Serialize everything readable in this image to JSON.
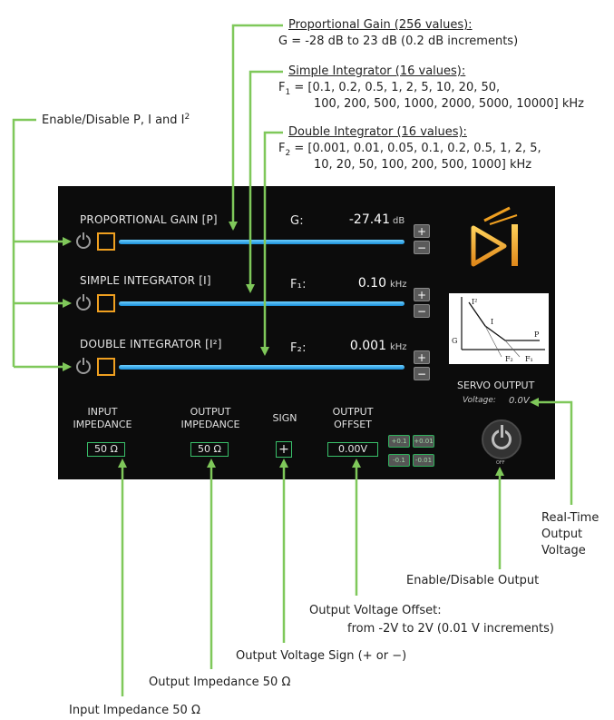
{
  "annotations": {
    "prop_gain_title": "Proportional Gain (256 values):",
    "prop_gain_range": "G = -28 dB to 23 dB (0.2 dB increments)",
    "simple_int_title": "Simple Integrator (16 values):",
    "simple_int_var": "F",
    "simple_int_sub": "1",
    "simple_int_line1": " = [0.1, 0.2, 0.5, 1, 2, 5, 10, 20, 50,",
    "simple_int_line2": "100, 200, 500, 1000, 2000, 5000, 10000] kHz",
    "double_int_title": "Double Integrator (16 values):",
    "double_int_var": "F",
    "double_int_sub": "2",
    "double_int_line1": " = [0.001, 0.01, 0.05, 0.1, 0.2, 0.5, 1, 2, 5,",
    "double_int_line2": "10, 20, 50, 100, 200, 500, 1000] kHz",
    "enable_pi_text": "Enable/Disable P, I and I",
    "enable_pi_sup": "2",
    "realtime_output": "Real-Time\nOutput\nVoltage",
    "enable_output": "Enable/Disable Output",
    "offset_title": "Output Voltage Offset:",
    "offset_range": "from  -2V to 2V (0.01 V increments)",
    "sign_desc": "Output Voltage Sign (+ or −)",
    "output_imp_desc": "Output Impedance 50 Ω",
    "input_imp_desc": "Input Impedance 50 Ω"
  },
  "panel": {
    "rows": [
      {
        "label": "PROPORTIONAL GAIN [P]",
        "symbol": "G:",
        "value": "-27.41",
        "unit": "dB",
        "plus": "+",
        "minus": "−"
      },
      {
        "label": "SIMPLE INTEGRATOR [I]",
        "symbol": "F₁:",
        "value": "0.10",
        "unit": "kHz",
        "plus": "+",
        "minus": "−"
      },
      {
        "label": "DOUBLE INTEGRATOR [I²]",
        "symbol": "F₂:",
        "value": "0.001",
        "unit": "kHz",
        "plus": "+",
        "minus": "−"
      }
    ],
    "plot_labels": {
      "i2": "I²",
      "i": "I",
      "p": "P",
      "g": "G",
      "f2": "F₂",
      "f1": "F₁"
    },
    "input_impedance_label": "INPUT\nIMPEDANCE",
    "input_impedance_value": "50 Ω",
    "output_impedance_label": "OUTPUT\nIMPEDANCE",
    "output_impedance_value": "50 Ω",
    "sign_label": "SIGN",
    "sign_value": "+",
    "output_offset_label": "OUTPUT\nOFFSET",
    "output_offset_value": "0.00V",
    "offset_buttons": [
      "+0.1",
      "+0.01",
      "-0.1",
      "-0.01"
    ],
    "servo_title": "SERVO OUTPUT",
    "servo_voltage_label": "Voltage:",
    "servo_voltage_value": "0.0V",
    "power_state": "OFF"
  },
  "colors": {
    "annotation_line": "#7fc85a",
    "accent_orange": "#f0a020",
    "slider_blue": "#2aa3e8",
    "panel_bg": "#0c0c0c"
  }
}
